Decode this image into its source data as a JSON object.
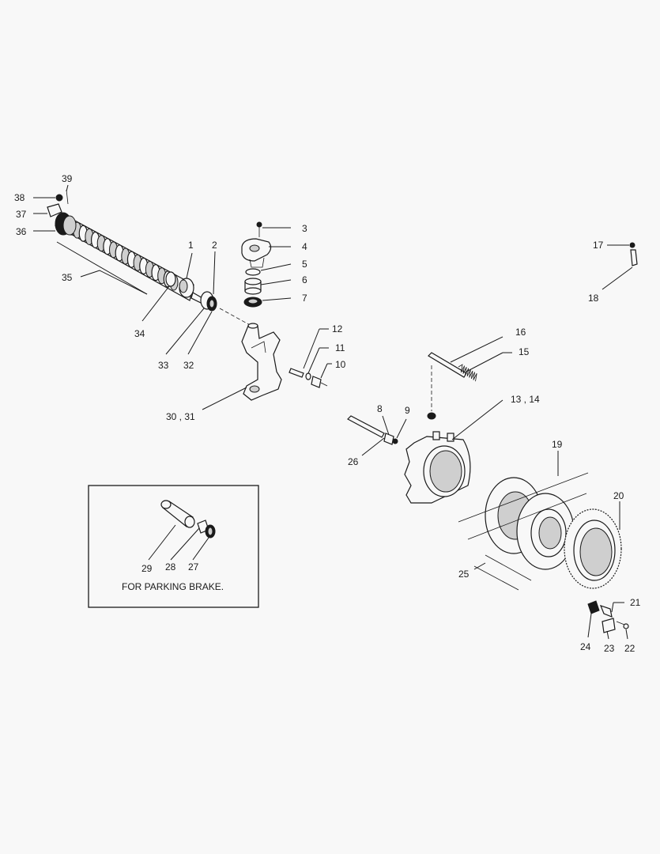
{
  "callouts": {
    "c1": "1",
    "c2": "2",
    "c3": "3",
    "c4": "4",
    "c5": "5",
    "c6": "6",
    "c7": "7",
    "c8": "8",
    "c9": "9",
    "c10": "10",
    "c11": "11",
    "c12": "12",
    "c13_14": "13 , 14",
    "c15": "15",
    "c16": "16",
    "c17": "17",
    "c18": "18",
    "c19": "19",
    "c20": "20",
    "c21": "21",
    "c22": "22",
    "c23": "23",
    "c24": "24",
    "c25": "25",
    "c26": "26",
    "c27": "27",
    "c28": "28",
    "c29": "29",
    "c30_31": "30 , 31",
    "c32": "32",
    "c33": "33",
    "c34": "34",
    "c35": "35",
    "c36": "36",
    "c37": "37",
    "c38": "38",
    "c39": "39"
  },
  "inset": {
    "caption": "FOR PARKING BRAKE."
  }
}
